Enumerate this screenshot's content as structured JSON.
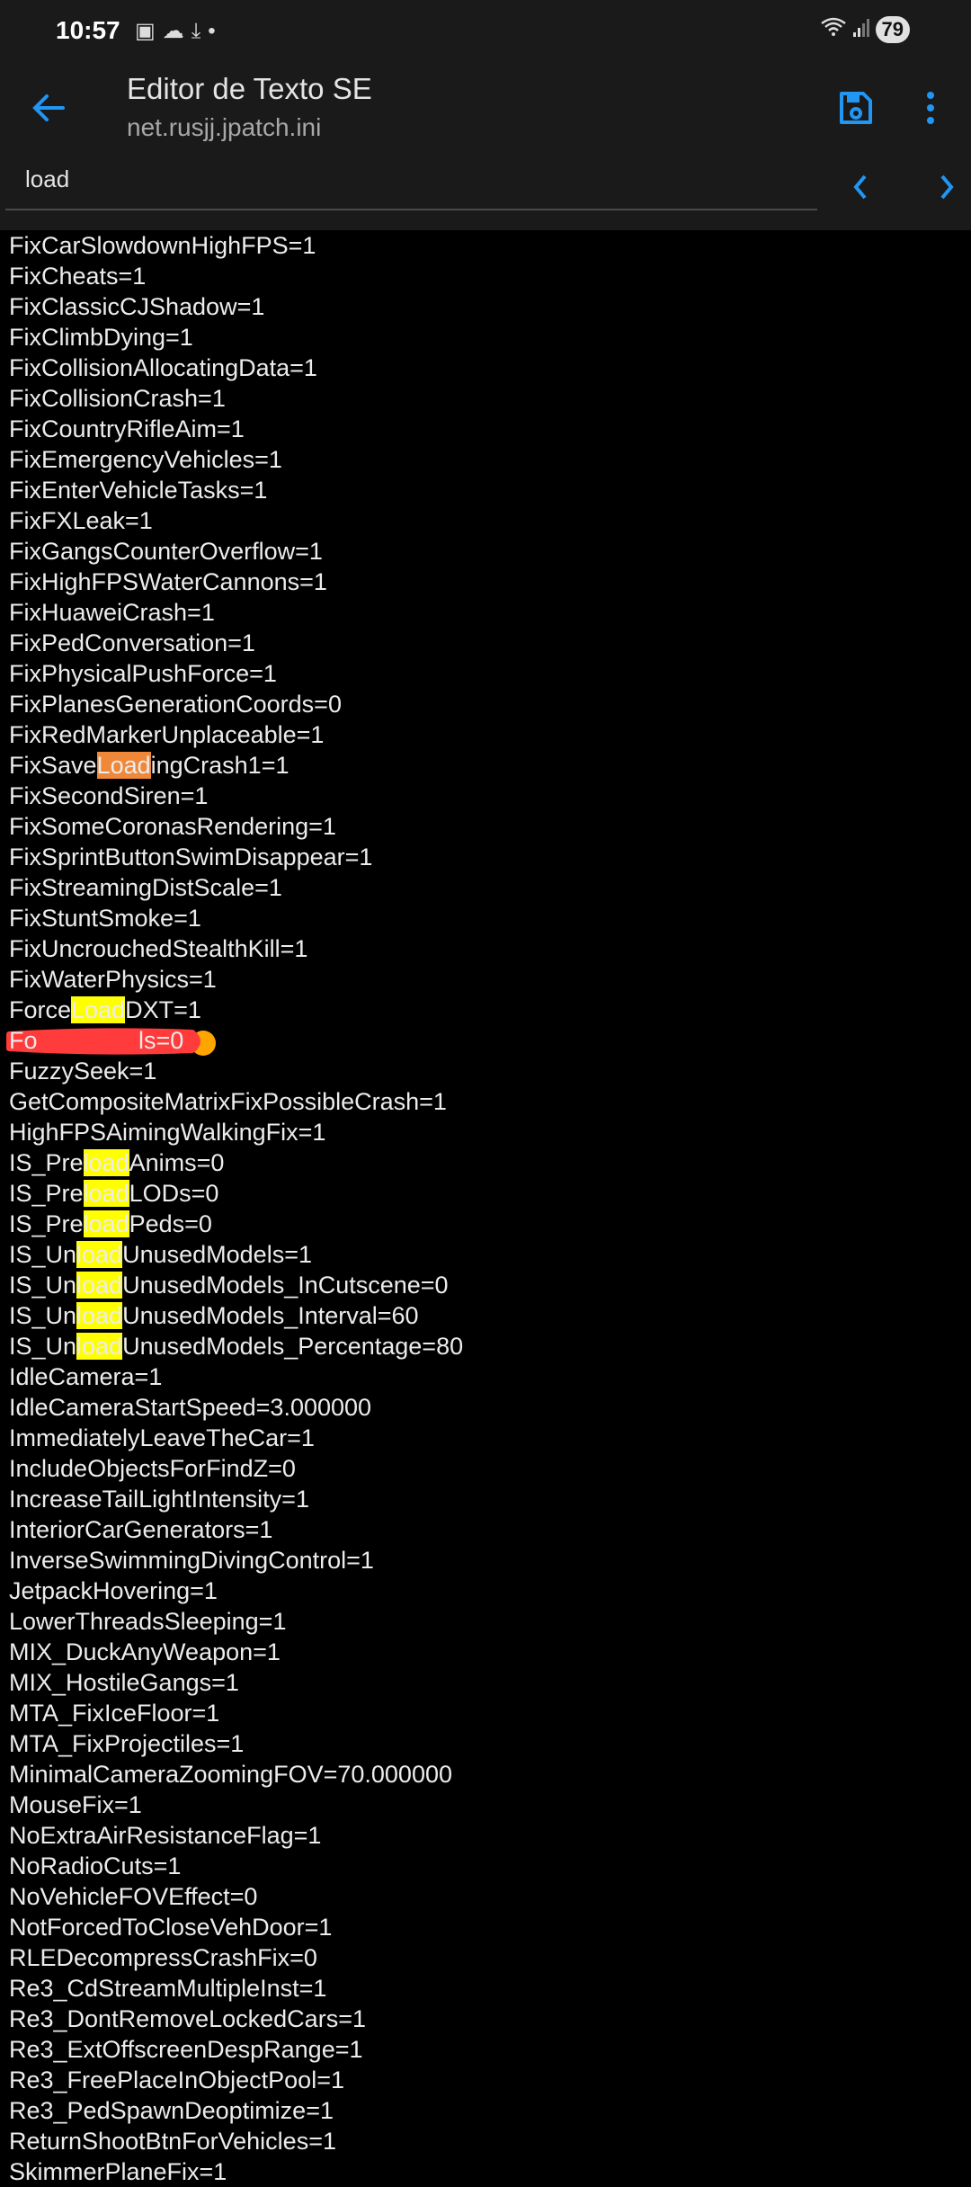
{
  "status_bar": {
    "time": "10:57",
    "battery": "79",
    "left_icons": [
      "screenshot-icon",
      "cloud-icon",
      "download-icon",
      "dot-icon"
    ]
  },
  "app_bar": {
    "title": "Editor de Texto SE",
    "subtitle": "net.rusjj.jpatch.ini"
  },
  "search": {
    "value": "load"
  },
  "colors": {
    "accent": "#2196f3",
    "highlight": "#ffff00",
    "current_match": "#f0883a"
  },
  "lines": [
    {
      "pre": "FixCarSlowdownHighFPS=1"
    },
    {
      "pre": "FixCheats=1"
    },
    {
      "pre": "FixClassicCJShadow=1"
    },
    {
      "pre": "FixClimbDying=1"
    },
    {
      "pre": "FixCollisionAllocatingData=1"
    },
    {
      "pre": "FixCollisionCrash=1"
    },
    {
      "pre": "FixCountryRifleAim=1"
    },
    {
      "pre": "FixEmergencyVehicles=1"
    },
    {
      "pre": "FixEnterVehicleTasks=1"
    },
    {
      "pre": "FixFXLeak=1"
    },
    {
      "pre": "FixGangsCounterOverflow=1"
    },
    {
      "pre": "FixHighFPSWaterCannons=1"
    },
    {
      "pre": "FixHuaweiCrash=1"
    },
    {
      "pre": "FixPedConversation=1"
    },
    {
      "pre": "FixPhysicalPushForce=1"
    },
    {
      "pre": "FixPlanesGenerationCoords=0"
    },
    {
      "pre": "FixRedMarkerUnplaceable=1"
    },
    {
      "pre": "FixSave",
      "hl": "Load",
      "post": "ingCrash1=1",
      "current": true
    },
    {
      "pre": "FixSecondSiren=1"
    },
    {
      "pre": "FixSomeCoronasRendering=1"
    },
    {
      "pre": "FixSprintButtonSwimDisappear=1"
    },
    {
      "pre": "FixStreamingDistScale=1"
    },
    {
      "pre": "FixStuntSmoke=1"
    },
    {
      "pre": "FixUncrouchedStealthKill=1"
    },
    {
      "pre": "FixWaterPhysics=1"
    },
    {
      "pre": "Force",
      "hl": "Load",
      "post": "DXT=1"
    },
    {
      "pre": "Fo               ls=0",
      "redacted": true
    },
    {
      "pre": "FuzzySeek=1"
    },
    {
      "pre": "GetCompositeMatrixFixPossibleCrash=1"
    },
    {
      "pre": "HighFPSAimingWalkingFix=1"
    },
    {
      "pre": "IS_Pre",
      "hl": "load",
      "post": "Anims=0"
    },
    {
      "pre": "IS_Pre",
      "hl": "load",
      "post": "LODs=0"
    },
    {
      "pre": "IS_Pre",
      "hl": "load",
      "post": "Peds=0"
    },
    {
      "pre": "IS_Un",
      "hl": "load",
      "post": "UnusedModels=1"
    },
    {
      "pre": "IS_Un",
      "hl": "load",
      "post": "UnusedModels_InCutscene=0"
    },
    {
      "pre": "IS_Un",
      "hl": "load",
      "post": "UnusedModels_Interval=60"
    },
    {
      "pre": "IS_Un",
      "hl": "load",
      "post": "UnusedModels_Percentage=80"
    },
    {
      "pre": "IdleCamera=1"
    },
    {
      "pre": "IdleCameraStartSpeed=3.000000"
    },
    {
      "pre": "ImmediatelyLeaveTheCar=1"
    },
    {
      "pre": "IncludeObjectsForFindZ=0"
    },
    {
      "pre": "IncreaseTailLightIntensity=1"
    },
    {
      "pre": "InteriorCarGenerators=1"
    },
    {
      "pre": "InverseSwimmingDivingControl=1"
    },
    {
      "pre": "JetpackHovering=1"
    },
    {
      "pre": "LowerThreadsSleeping=1"
    },
    {
      "pre": "MIX_DuckAnyWeapon=1"
    },
    {
      "pre": "MIX_HostileGangs=1"
    },
    {
      "pre": "MTA_FixIceFloor=1"
    },
    {
      "pre": "MTA_FixProjectiles=1"
    },
    {
      "pre": "MinimalCameraZoomingFOV=70.000000"
    },
    {
      "pre": "MouseFix=1"
    },
    {
      "pre": "NoExtraAirResistanceFlag=1"
    },
    {
      "pre": "NoRadioCuts=1"
    },
    {
      "pre": "NoVehicleFOVEffect=0"
    },
    {
      "pre": "NotForcedToCloseVehDoor=1"
    },
    {
      "pre": "RLEDecompressCrashFix=0"
    },
    {
      "pre": "Re3_CdStreamMultipleInst=1"
    },
    {
      "pre": "Re3_DontRemoveLockedCars=1"
    },
    {
      "pre": "Re3_ExtOffscreenDespRange=1"
    },
    {
      "pre": "Re3_FreePlaceInObjectPool=1"
    },
    {
      "pre": "Re3_PedSpawnDeoptimize=1"
    },
    {
      "pre": "ReturnShootBtnForVehicles=1"
    },
    {
      "pre": "SkimmerPlaneFix=1"
    }
  ]
}
